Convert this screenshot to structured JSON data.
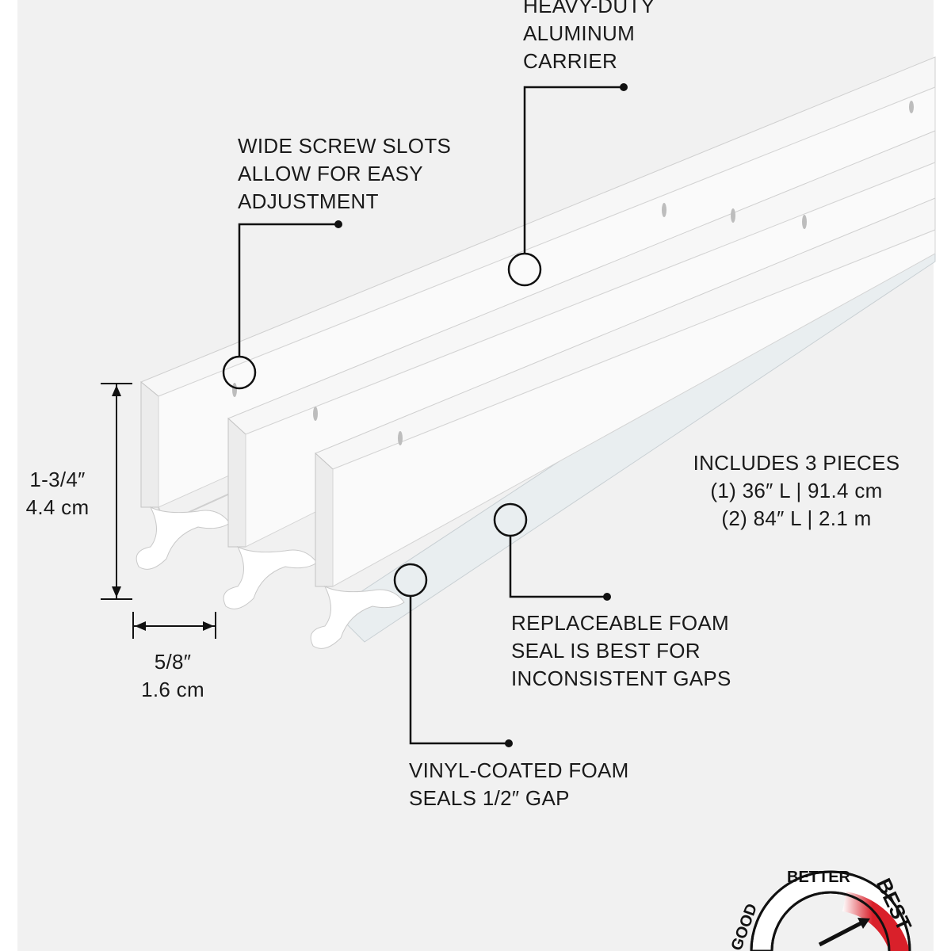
{
  "callouts": {
    "carrier": {
      "lines": [
        "HEAVY-DUTY",
        "ALUMINUM",
        "CARRIER"
      ]
    },
    "screw_slots": {
      "lines": [
        "WIDE SCREW SLOTS",
        "ALLOW FOR EASY",
        "ADJUSTMENT"
      ]
    },
    "foam_seal": {
      "lines": [
        "REPLACEABLE FOAM",
        "SEAL IS BEST FOR",
        "INCONSISTENT GAPS"
      ]
    },
    "vinyl": {
      "lines": [
        "VINYL-COATED FOAM",
        "SEALS 1/2″ GAP"
      ]
    }
  },
  "dimensions": {
    "height": {
      "imperial": "1-3/4″",
      "metric": "4.4 cm"
    },
    "width": {
      "imperial": "5/8″",
      "metric": "1.6 cm"
    }
  },
  "includes": {
    "lines": [
      "INCLUDES 3 PIECES",
      "(1) 36″ L | 91.4 cm",
      "(2) 84″ L | 2.1 m"
    ]
  },
  "rating_gauge": {
    "labels": [
      "GOOD",
      "BETTER",
      "BEST"
    ],
    "selected": "BEST",
    "accent": "#d9202a"
  }
}
